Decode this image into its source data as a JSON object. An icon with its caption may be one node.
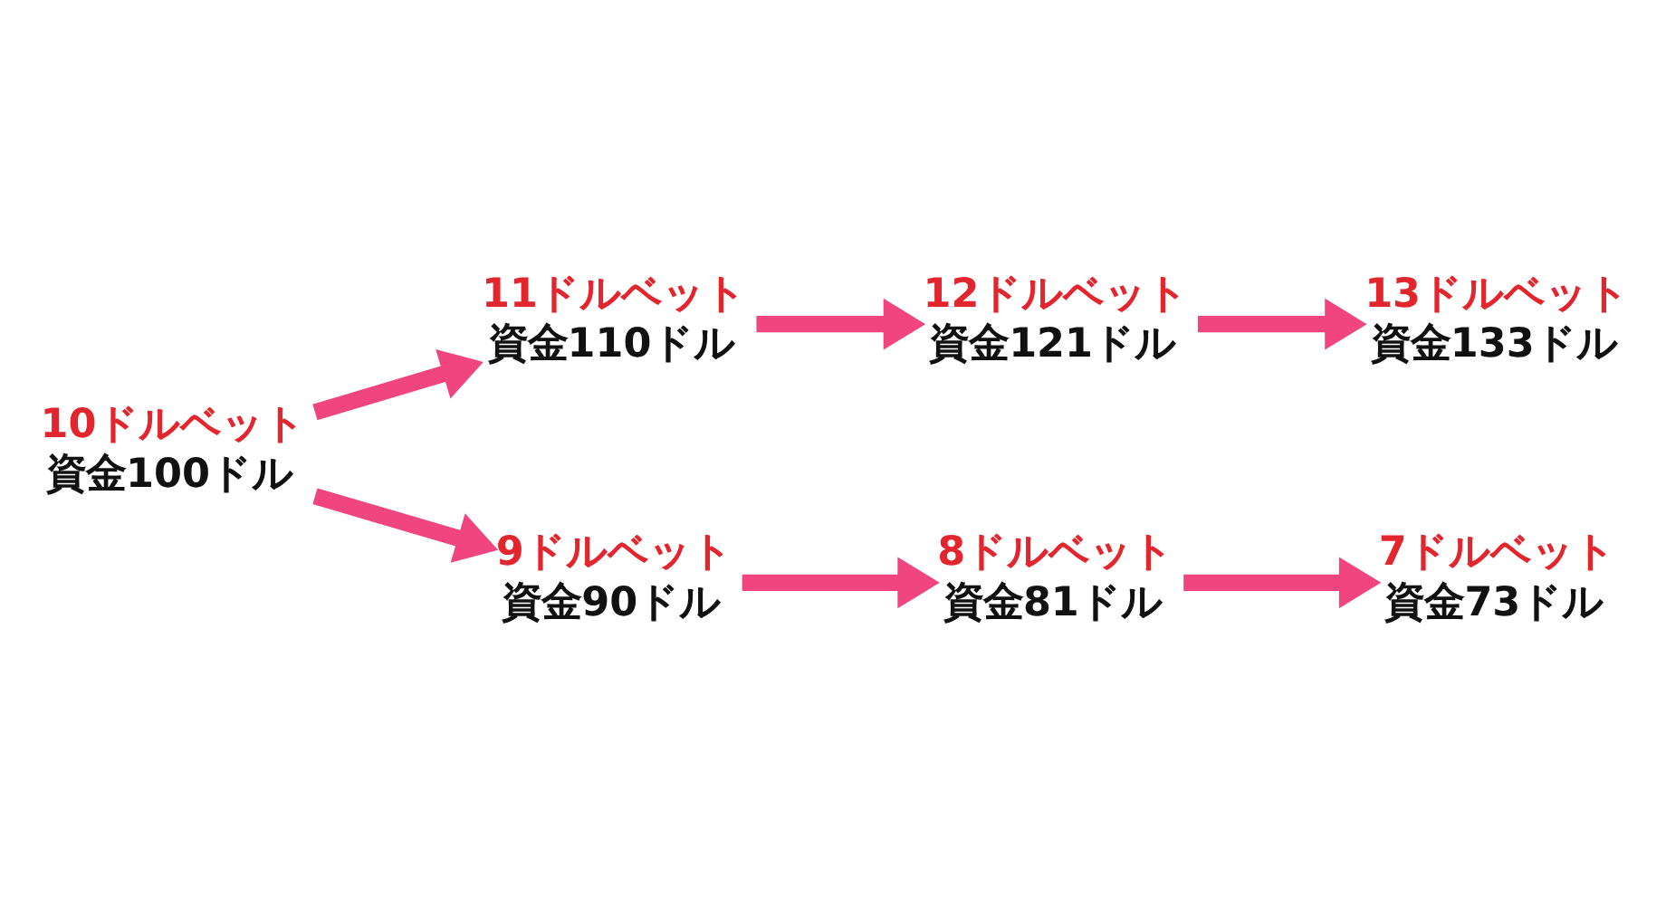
{
  "diagram": {
    "nodes": [
      {
        "text": [
          "11ドルベット",
          "資金110ドル"
        ]
      },
      {
        "text": [
          "12ドルベット",
          "資金121ドル"
        ]
      },
      {
        "text": [
          "13ドルベット",
          "資金133ドル"
        ]
      },
      {
        "text": [
          "10ドルベット",
          "資金100ドル"
        ]
      },
      {
        "text": [
          "9ドルベット",
          "資金90ドル"
        ]
      },
      {
        "text": [
          "8ドルベット",
          "資金81ドル"
        ]
      },
      {
        "text": [
          "7ドルベット",
          "資金73ドル"
        ]
      }
    ],
    "edges": [
      {
        "from": 3,
        "to": 0,
        "arrow": "to"
      },
      {
        "from": 0,
        "to": 1,
        "arrow": "to"
      },
      {
        "from": 1,
        "to": 2,
        "arrow": "to"
      },
      {
        "from": 3,
        "to": 4,
        "arrow": "to"
      },
      {
        "from": 4,
        "to": 5,
        "arrow": "to"
      },
      {
        "from": 5,
        "to": 6,
        "arrow": "to"
      }
    ]
  }
}
